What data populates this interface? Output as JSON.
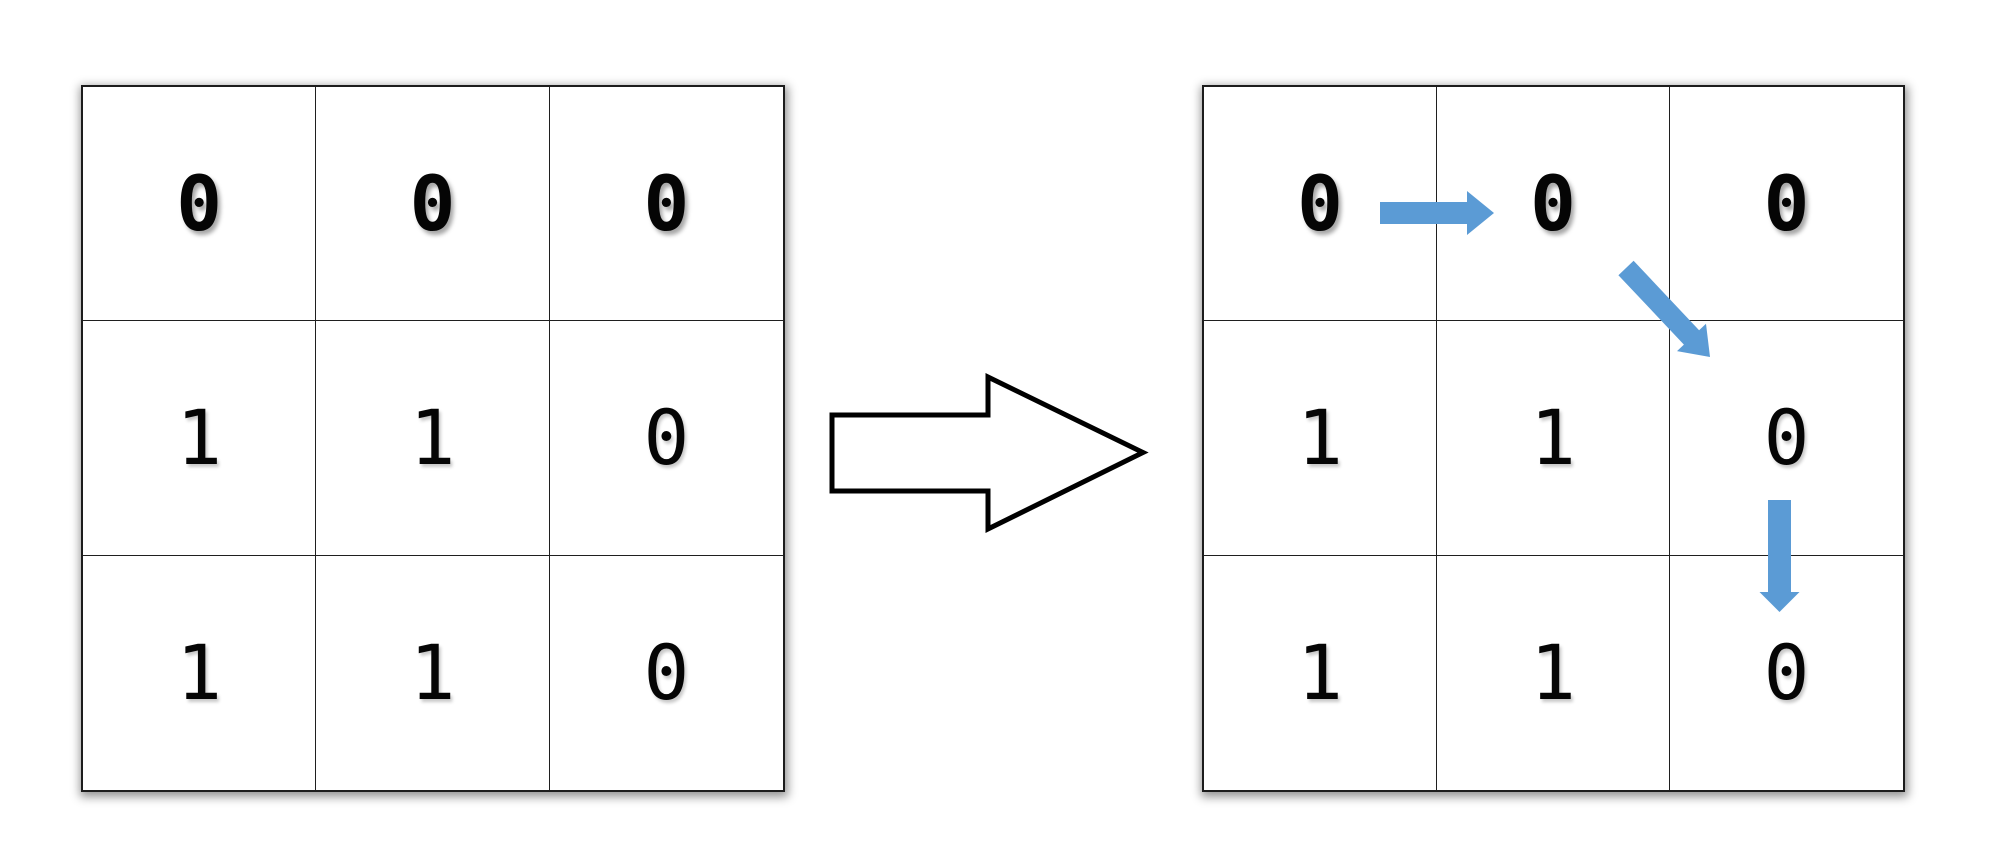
{
  "diagram": {
    "title": "binary-grid-path-transformation",
    "left_grid": {
      "rows": [
        [
          "0",
          "0",
          "0"
        ],
        [
          "1",
          "1",
          "0"
        ],
        [
          "1",
          "1",
          "0"
        ]
      ]
    },
    "right_grid": {
      "rows": [
        [
          "0",
          "0",
          "0"
        ],
        [
          "1",
          "1",
          "0"
        ],
        [
          "1",
          "1",
          "0"
        ]
      ]
    },
    "transform_arrow": {
      "direction": "right",
      "style": "outlined-block-arrow"
    },
    "path_arrows": [
      {
        "direction": "right",
        "from_cell": "row 0, col 0",
        "to_cell": "row 0, col 1"
      },
      {
        "direction": "down-right",
        "from_cell": "row 0, col 1",
        "to_cell": "row 1, col 2"
      },
      {
        "direction": "down",
        "from_cell": "row 1, col 2",
        "to_cell": "row 2, col 2"
      }
    ],
    "colors": {
      "path_arrow": "#5B9BD5",
      "grid_line": "#1f1f1f",
      "digit": "#050505",
      "transform_arrow_fill": "#FFFFFF",
      "transform_arrow_stroke": "#000000",
      "background": "#FFFFFF"
    }
  }
}
